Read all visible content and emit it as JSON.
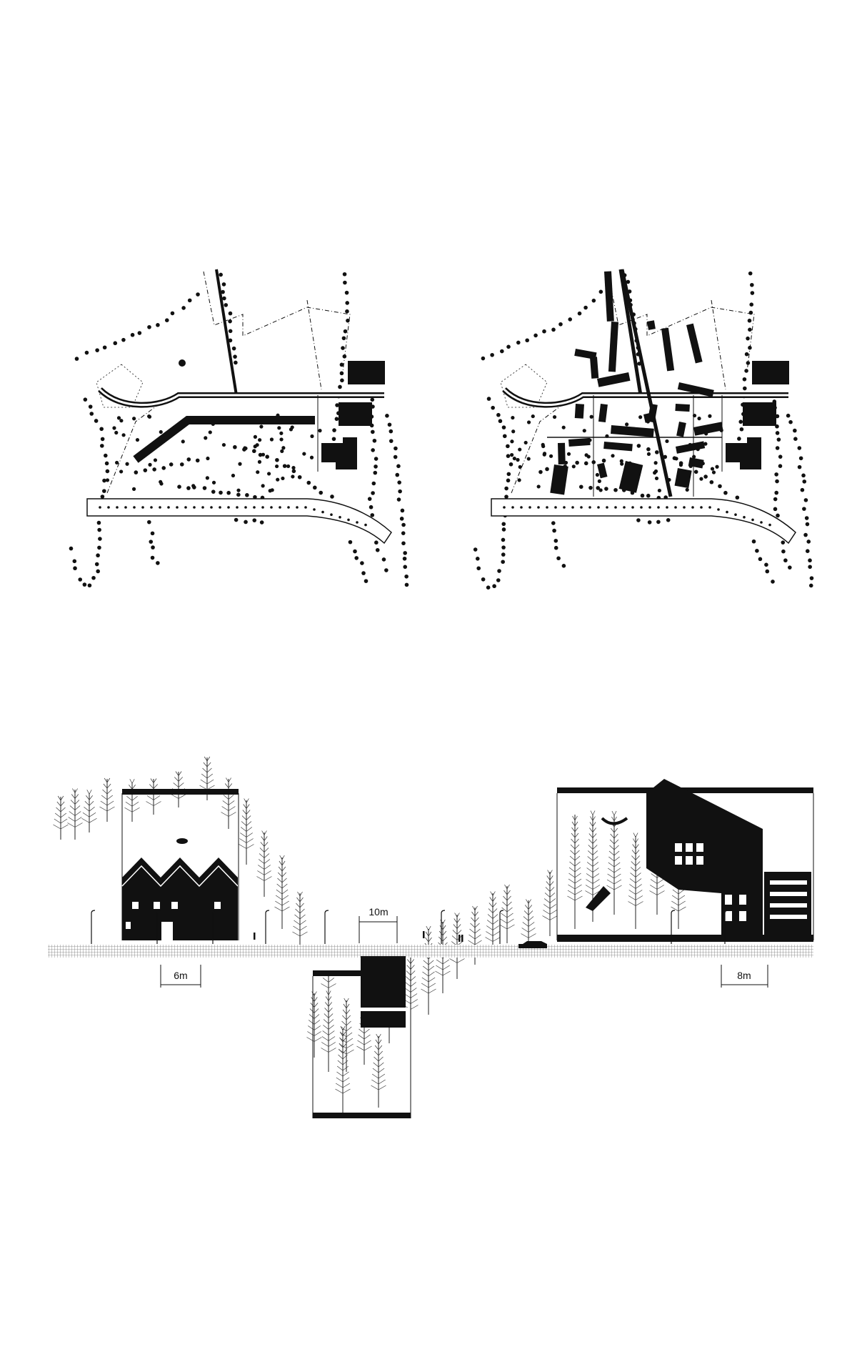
{
  "colors": {
    "ink": "#111111",
    "paper": "#ffffff",
    "ground": "#bdbdbd"
  },
  "plans": [
    {
      "id": "existing",
      "label_visible": false
    },
    {
      "id": "proposed",
      "label_visible": false
    }
  ],
  "section": {
    "dimensions": {
      "left": "6m",
      "center": "10m",
      "right": "8m"
    }
  }
}
